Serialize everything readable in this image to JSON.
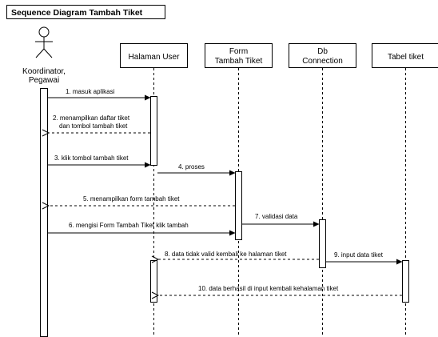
{
  "diagram": {
    "title": "Sequence Diagram Tambah Tiket",
    "actor": {
      "label_lines": [
        "Koordinator,",
        "Pegawai"
      ]
    },
    "participants": [
      {
        "id": "halaman-user",
        "label_lines": [
          "Halaman User"
        ]
      },
      {
        "id": "form-tambah-tiket",
        "label_lines": [
          "Form",
          "Tambah Tiket"
        ]
      },
      {
        "id": "db-connection",
        "label_lines": [
          "Db",
          "Connection"
        ]
      },
      {
        "id": "tabel-tiket",
        "label_lines": [
          "Tabel tiket"
        ]
      }
    ],
    "messages": [
      {
        "id": "m1",
        "from": "actor",
        "to": "halaman-user",
        "kind": "sync",
        "label_lines": [
          "1. masuk aplikasi"
        ]
      },
      {
        "id": "m2",
        "from": "halaman-user",
        "to": "actor",
        "kind": "return",
        "label_lines": [
          "2. menampilkan daftar tiket",
          "dan tombol tambah tiket"
        ]
      },
      {
        "id": "m3",
        "from": "actor",
        "to": "halaman-user",
        "kind": "sync",
        "label_lines": [
          "3. klik tombol tambah tiket"
        ]
      },
      {
        "id": "m4",
        "from": "halaman-user",
        "to": "form-tambah-tiket",
        "kind": "sync",
        "label_lines": [
          "4. proses"
        ]
      },
      {
        "id": "m5",
        "from": "form-tambah-tiket",
        "to": "actor",
        "kind": "return",
        "label_lines": [
          "5. menampilkan form tambah tiket"
        ]
      },
      {
        "id": "m6",
        "from": "actor",
        "to": "form-tambah-tiket",
        "kind": "sync",
        "label_lines": [
          "6. mengisi Form Tambah Tiket klik tambah"
        ]
      },
      {
        "id": "m7",
        "from": "form-tambah-tiket",
        "to": "db-connection",
        "kind": "sync",
        "label_lines": [
          "7. validasi data"
        ]
      },
      {
        "id": "m8",
        "from": "db-connection",
        "to": "halaman-user",
        "kind": "return",
        "label_lines": [
          "8. data tidak valid kembali ke halaman tiket"
        ]
      },
      {
        "id": "m9",
        "from": "db-connection",
        "to": "tabel-tiket",
        "kind": "sync",
        "label_lines": [
          "9. input data tiket"
        ]
      },
      {
        "id": "m10",
        "from": "tabel-tiket",
        "to": "halaman-user",
        "kind": "return",
        "label_lines": [
          "10. data berhasil di input kembali kehalaman tiket"
        ]
      }
    ]
  }
}
